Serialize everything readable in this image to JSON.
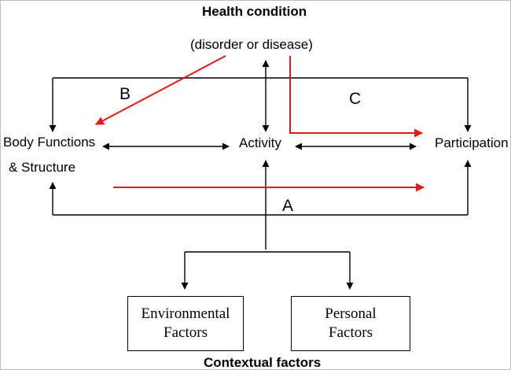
{
  "health": {
    "title": "Health condition",
    "subtitle": "(disorder or disease)"
  },
  "components": {
    "body_line1": "Body Functions",
    "body_line2": "& Structure",
    "activity": "Activity",
    "participation": "Participation"
  },
  "factors": {
    "environmental_line1": "Environmental",
    "environmental_line2": "Factors",
    "personal_line1": "Personal",
    "personal_line2": "Factors",
    "contextual": "Contextual factors"
  },
  "paths": {
    "a": "A",
    "b": "B",
    "c": "C"
  },
  "colors": {
    "line": "#000000",
    "highlight": "#e8171a"
  }
}
